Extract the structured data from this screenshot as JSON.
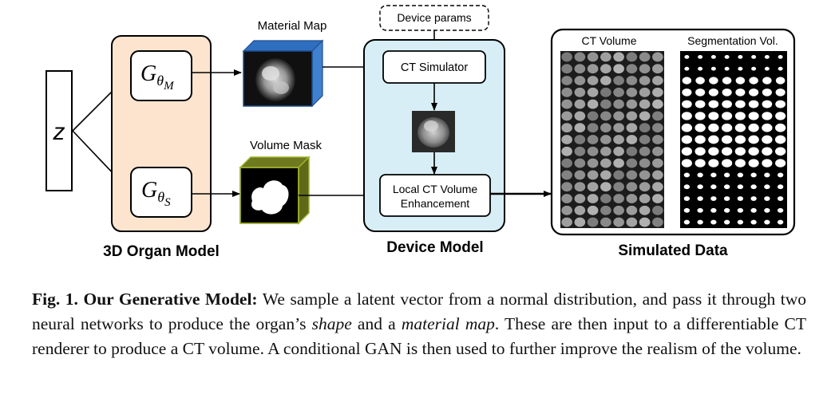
{
  "latent_symbol": "z",
  "organ_model": {
    "title": "3D Organ Model",
    "generator_material": {
      "base": "G",
      "sub": "θ",
      "subsub": "M"
    },
    "generator_shape": {
      "base": "G",
      "sub": "θ",
      "subsub": "S"
    }
  },
  "material_map_label": "Material Map",
  "volume_mask_label": "Volume Mask",
  "device_params_label": "Device params",
  "device_model": {
    "title": "Device Model",
    "ct_simulator": "CT Simulator",
    "enhancement_line1": "Local CT Volume",
    "enhancement_line2": "Enhancement"
  },
  "simulated_data": {
    "title": "Simulated Data",
    "ct_volume_label": "CT Volume",
    "segmentation_label": "Segmentation Vol."
  },
  "caption": {
    "lead": "Fig. 1. Our Generative Model:",
    "part1": " We sample a latent vector from a normal distribution, and pass it through two neural networks to produce the organ’s ",
    "shape_word": "shape",
    "part2": " and a ",
    "material_word": "material map",
    "part3": ". These are then input to a differentiable CT renderer to produce a CT volume. A conditional GAN is then used to further improve the realism of the volume."
  },
  "colors": {
    "organ_fill": "#fde4cf",
    "device_fill": "#d7eef6",
    "cube_blue": "#2f6fc0",
    "cube_green": "#8a9a2a"
  }
}
